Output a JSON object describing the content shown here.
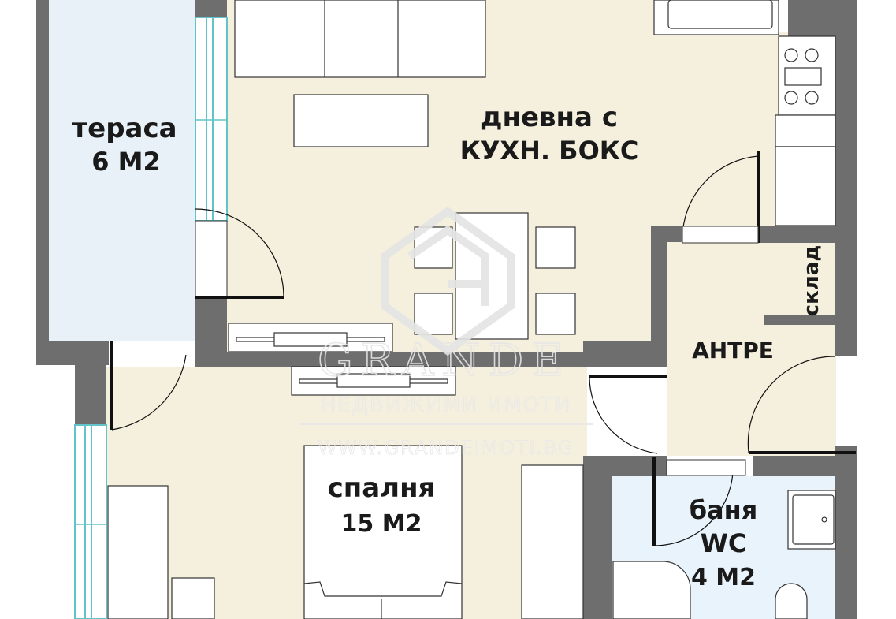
{
  "rooms": {
    "terrace": {
      "name": "тераса",
      "area": "6 М2"
    },
    "living": {
      "line1": "дневна с",
      "line2": "кухн. бокс"
    },
    "storage": {
      "name": "склад"
    },
    "hallway": {
      "name": "антре"
    },
    "bedroom": {
      "name": "спалня",
      "area": "15 М2"
    },
    "bathroom": {
      "line1": "баня",
      "line2": "WC",
      "area": "4 М2"
    }
  },
  "watermark": {
    "brand": "GRANDE",
    "tagline": "НЕДВИЖИМИ ИМОТИ",
    "site": "WWW.GRANDEIMOTI.BG"
  },
  "colors": {
    "wall": "#6e6e6e",
    "floor": "#f5f0dd",
    "terrace": "#e8f1f8",
    "bathroom": "#e9f3fb",
    "window": "#62c3c8",
    "door": "#111111"
  }
}
